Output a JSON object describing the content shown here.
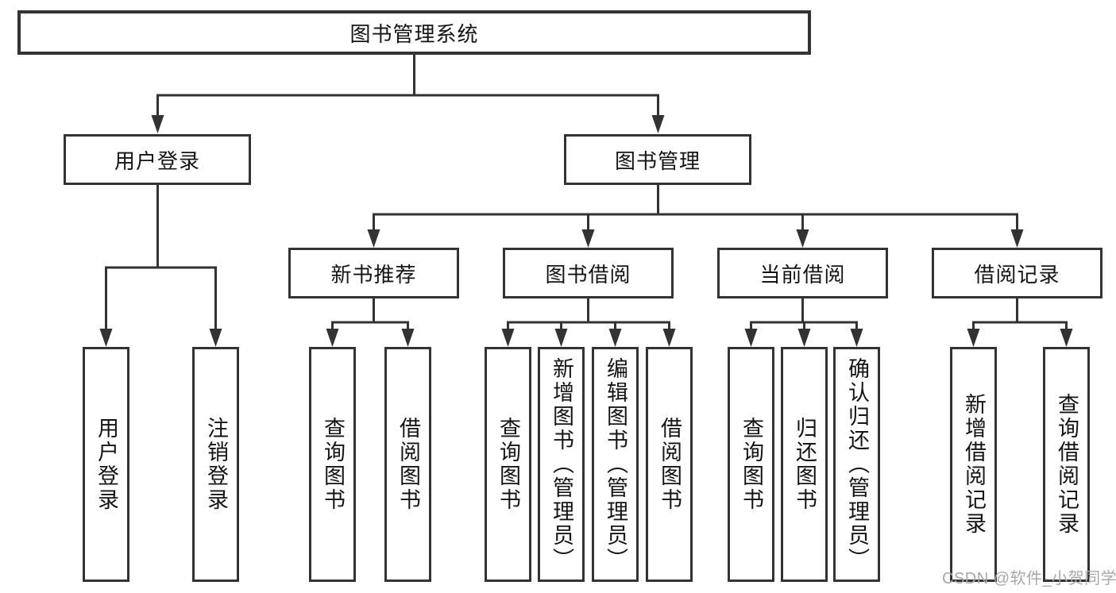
{
  "tree": {
    "root": {
      "label": "图书管理系统"
    },
    "user_login": {
      "label": "用户登录",
      "children": [
        {
          "label": "用户登录"
        },
        {
          "label": "注销登录"
        }
      ]
    },
    "book_mgmt": {
      "label": "图书管理",
      "sections": [
        {
          "label": "新书推荐",
          "children": [
            {
              "label": "查询图书"
            },
            {
              "label": "借阅图书"
            }
          ]
        },
        {
          "label": "图书借阅",
          "children": [
            {
              "label": "查询图书"
            },
            {
              "label": "新增图书（管理员）"
            },
            {
              "label": "编辑图书（管理员）"
            },
            {
              "label": "借阅图书"
            }
          ]
        },
        {
          "label": "当前借阅",
          "children": [
            {
              "label": "查询图书"
            },
            {
              "label": "归还图书"
            },
            {
              "label": "确认归还（管理员）"
            }
          ]
        },
        {
          "label": "借阅记录",
          "children": [
            {
              "label": "新增借阅记录"
            },
            {
              "label": "查询借阅记录"
            }
          ]
        }
      ]
    }
  },
  "watermark": {
    "text": "CSDN @软件_小贺同学"
  },
  "colors": {
    "line": "#333333",
    "box_border": "#333333",
    "text": "#141414",
    "background": "#ffffff",
    "watermark": "#a8a8a8"
  }
}
